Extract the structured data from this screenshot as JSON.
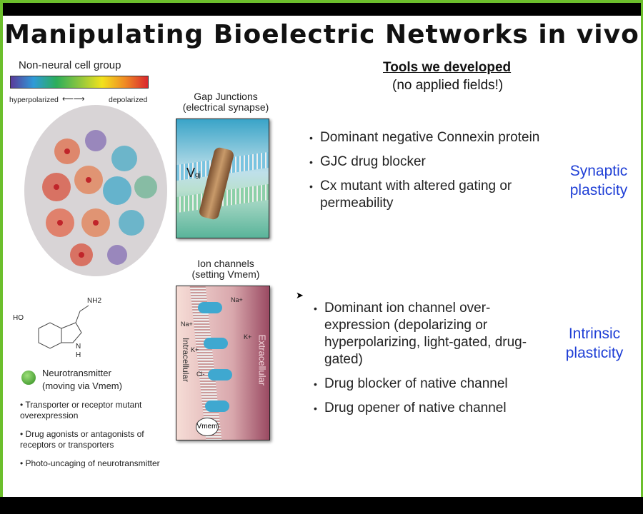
{
  "title": "Manipulating Bioelectric Networks in vivo",
  "figure": {
    "cell_group_label": "Non-neural cell group",
    "hyperpolarized": "hyperpolarized",
    "depolarized": "depolarized",
    "gap_title": "Gap Junctions",
    "gap_sub": "(electrical synapse)",
    "vgj": "Vgj",
    "ion_title": "Ion channels",
    "ion_sub": "(setting Vmem)",
    "intracellular": "Intracellular",
    "extracellular": "Extracellular",
    "vmem": "Vmem",
    "ions": [
      "Na+",
      "Na+",
      "K+",
      "K+",
      "Cl-"
    ],
    "nt_title": "Neurotransmitter",
    "nt_sub": "(moving via Vmem)",
    "molecule": {
      "nh2": "NH2",
      "ho": "HO",
      "n": "N",
      "h": "H"
    },
    "nt_bullets": [
      "Transporter or receptor mutant overexpression",
      "Drug agonists or antagonists of receptors or transporters",
      "Photo-uncaging of neurotransmitter"
    ]
  },
  "tools": {
    "heading": "Tools we developed",
    "sub": "(no applied fields!)"
  },
  "synaptic": {
    "label": "Synaptic plasticity",
    "items": [
      "Dominant negative Connexin protein",
      "GJC drug blocker",
      "Cx mutant with altered gating or permeability"
    ]
  },
  "intrinsic": {
    "label": "Intrinsic plasticity",
    "items": [
      "Dominant ion channel over-expression (depolarizing or hyperpolarizing, light-gated, drug-gated)",
      "Drug blocker of native channel",
      "Drug opener of native channel"
    ]
  }
}
